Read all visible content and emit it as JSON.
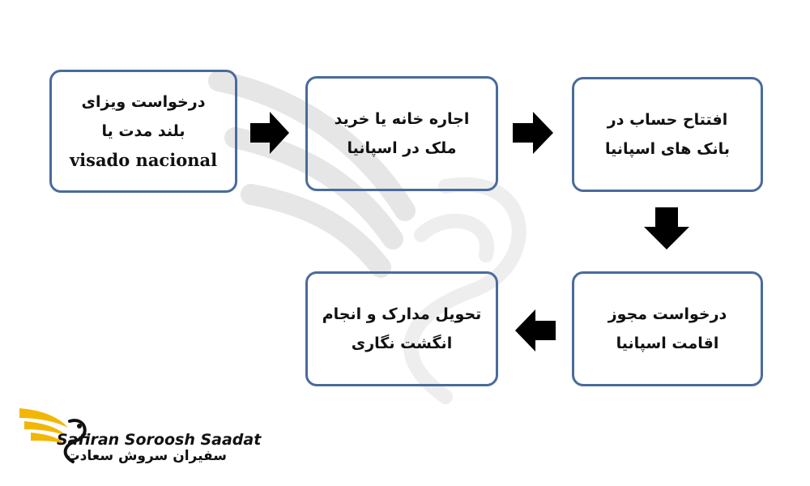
{
  "steps": [
    {
      "lines": [
        "درخواست ویزای",
        "بلند مدت یا",
        "visado nacional"
      ]
    },
    {
      "lines": [
        "اجاره خانه یا خرید",
        "ملک در اسپانیا"
      ]
    },
    {
      "lines": [
        "افتتاح حساب در",
        "بانک های اسپانیا"
      ]
    },
    {
      "lines": [
        "درخواست مجوز",
        "اقامت اسپانیا"
      ]
    },
    {
      "lines": [
        "تحویل مدارک و انجام",
        "انگشت نگاری"
      ]
    }
  ],
  "logo": {
    "name_en": "Safiran Soroosh Saadat",
    "name_fa": "سفیران سروش سعادت",
    "accent_color": "#f2b705"
  },
  "colors": {
    "box_border": "#4a6b9c",
    "arrow": "#000000"
  }
}
